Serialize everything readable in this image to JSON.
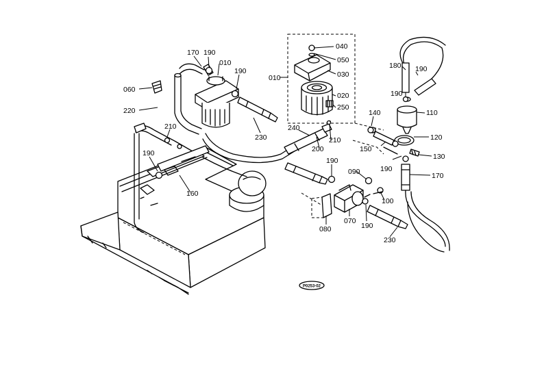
{
  "diagram": {
    "reference_code": "P0253-02",
    "part_labels": [
      {
        "id": "l-040",
        "text": "040"
      },
      {
        "id": "l-050",
        "text": "050"
      },
      {
        "id": "l-030",
        "text": "030"
      },
      {
        "id": "l-010a",
        "text": "010"
      },
      {
        "id": "l-020",
        "text": "020"
      },
      {
        "id": "l-250",
        "text": "250"
      },
      {
        "id": "l-180",
        "text": "180"
      },
      {
        "id": "l-190a",
        "text": "190"
      },
      {
        "id": "l-190b",
        "text": "190"
      },
      {
        "id": "l-110",
        "text": "110"
      },
      {
        "id": "l-140",
        "text": "140"
      },
      {
        "id": "l-120",
        "text": "120"
      },
      {
        "id": "l-150",
        "text": "150"
      },
      {
        "id": "l-130",
        "text": "130"
      },
      {
        "id": "l-190c",
        "text": "190"
      },
      {
        "id": "l-170a",
        "text": "170"
      },
      {
        "id": "l-170b",
        "text": "170"
      },
      {
        "id": "l-190d",
        "text": "190"
      },
      {
        "id": "l-010b",
        "text": "010"
      },
      {
        "id": "l-190e",
        "text": "190"
      },
      {
        "id": "l-060",
        "text": "060"
      },
      {
        "id": "l-220",
        "text": "220"
      },
      {
        "id": "l-230a",
        "text": "230"
      },
      {
        "id": "l-240",
        "text": "240"
      },
      {
        "id": "l-210a",
        "text": "210"
      },
      {
        "id": "l-210b",
        "text": "210"
      },
      {
        "id": "l-200",
        "text": "200"
      },
      {
        "id": "l-190f",
        "text": "190"
      },
      {
        "id": "l-160",
        "text": "160"
      },
      {
        "id": "l-190g",
        "text": "190"
      },
      {
        "id": "l-090",
        "text": "090"
      },
      {
        "id": "l-100",
        "text": "100"
      },
      {
        "id": "l-080",
        "text": "080"
      },
      {
        "id": "l-070",
        "text": "070"
      },
      {
        "id": "l-190h",
        "text": "190"
      },
      {
        "id": "l-230b",
        "text": "230"
      }
    ]
  }
}
